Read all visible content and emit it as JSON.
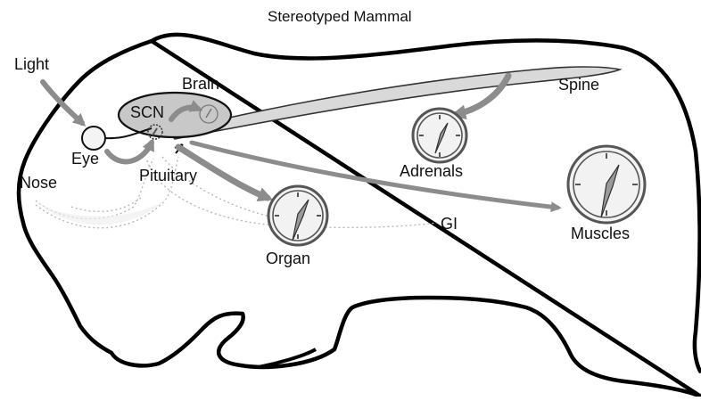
{
  "title": "Stereotyped Mammal",
  "labels": {
    "light": "Light",
    "eye": "Eye",
    "scn": "SCN",
    "brain": "Brain",
    "pituitary": "Pituitary",
    "nose": "Nose",
    "organ": "Organ",
    "gi": "GI",
    "adrenals": "Adrenals",
    "muscles": "Muscles",
    "spine": "Spine"
  },
  "colors": {
    "outline": "#000000",
    "arrow": "#8c8c8c",
    "brain_fill": "#c8c8c8",
    "spine_fill": "#d9d9d9",
    "clock_rim": "#555555",
    "clock_face": "#f2f2f2",
    "hand": "#9a9a9a"
  }
}
